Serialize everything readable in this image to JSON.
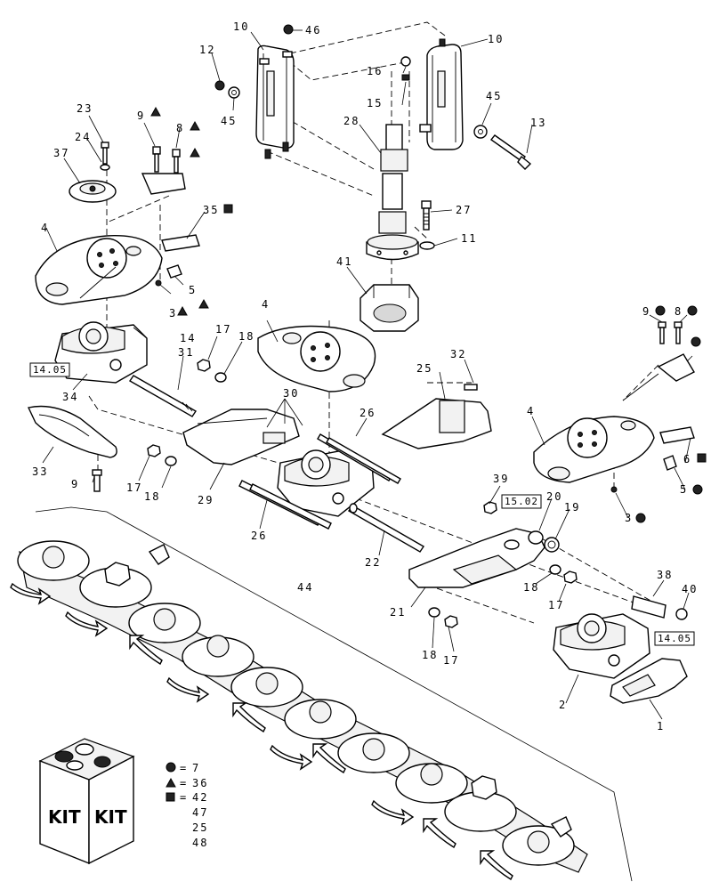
{
  "callouts": {
    "c1": "1",
    "c2": "2",
    "c3a": "3",
    "c3b": "3",
    "c4a": "4",
    "c4b": "4",
    "c4c": "4",
    "c5a": "5",
    "c5b": "5",
    "c6": "6",
    "c8a": "8",
    "c8b": "8",
    "c9a": "9",
    "c9b": "9",
    "c9c": "9",
    "c10a": "10",
    "c10b": "10",
    "c11": "11",
    "c12": "12",
    "c13": "13",
    "c14": "14",
    "c15": "15",
    "c16": "16",
    "c17a": "17",
    "c17b": "17",
    "c17c": "17",
    "c17d": "17",
    "c18a": "18",
    "c18b": "18",
    "c18c": "18",
    "c18d": "18",
    "c19": "19",
    "c20": "20",
    "c21": "21",
    "c22": "22",
    "c23": "23",
    "c24": "24",
    "c25": "25",
    "c26a": "26",
    "c26b": "26",
    "c27": "27",
    "c28": "28",
    "c29": "29",
    "c30": "30",
    "c31": "31",
    "c32": "32",
    "c33": "33",
    "c34": "34",
    "c35": "35",
    "c37": "37",
    "c38": "38",
    "c39": "39",
    "c40": "40",
    "c41": "41",
    "c44": "44",
    "c45a": "45",
    "c45b": "45",
    "c46": "46"
  },
  "refs": {
    "r1": "14.05",
    "r2": "15.02",
    "r3": "14.05"
  },
  "legend": {
    "kit_label_1": "KIT",
    "kit_label_2": "KIT",
    "eq": "=",
    "circle_value": "7",
    "triangle_value": "36",
    "square_value": "42",
    "extra_1": "47",
    "extra_2": "25",
    "extra_3": "48"
  }
}
